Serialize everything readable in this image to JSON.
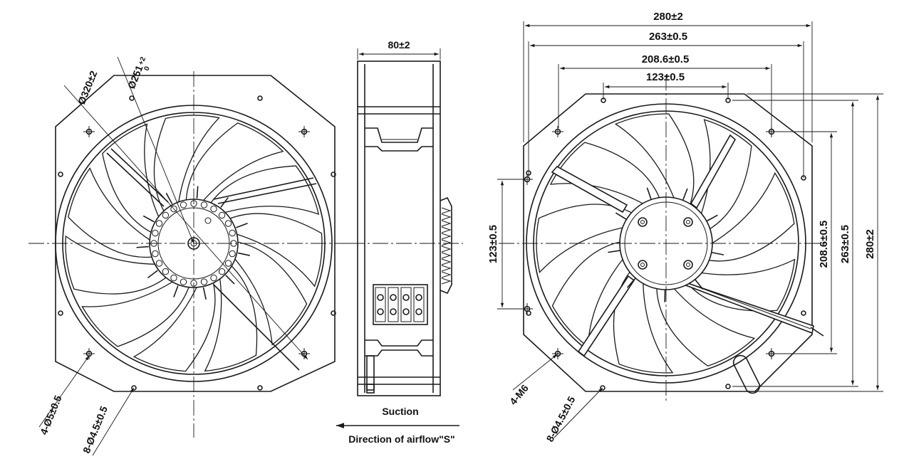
{
  "front_view": {
    "dims": {
      "outer_diameter": "Ø320±2",
      "inner_diameter": "Ø251",
      "inner_diameter_tol_upper": "+2",
      "inner_diameter_tol_lower": "0",
      "holes_4": "4-Ø5±0.5",
      "holes_8": "8-Ø4.5±0.5"
    }
  },
  "side_view": {
    "depth_dim": "80±2",
    "suction_label": "Suction",
    "airflow_label": "Direction of airflow\"S\""
  },
  "rear_view": {
    "dims": {
      "width_total": "280±2",
      "width_263": "263±0.5",
      "width_208": "208.6±0.5",
      "width_123": "123±0.5",
      "left_123": "123±0.5",
      "right_208": "208.6±0.5",
      "right_263": "263±0.5",
      "right_280": "280±2",
      "thread": "4-M6",
      "holes_8": "8-Ø4.5±0.5"
    }
  }
}
